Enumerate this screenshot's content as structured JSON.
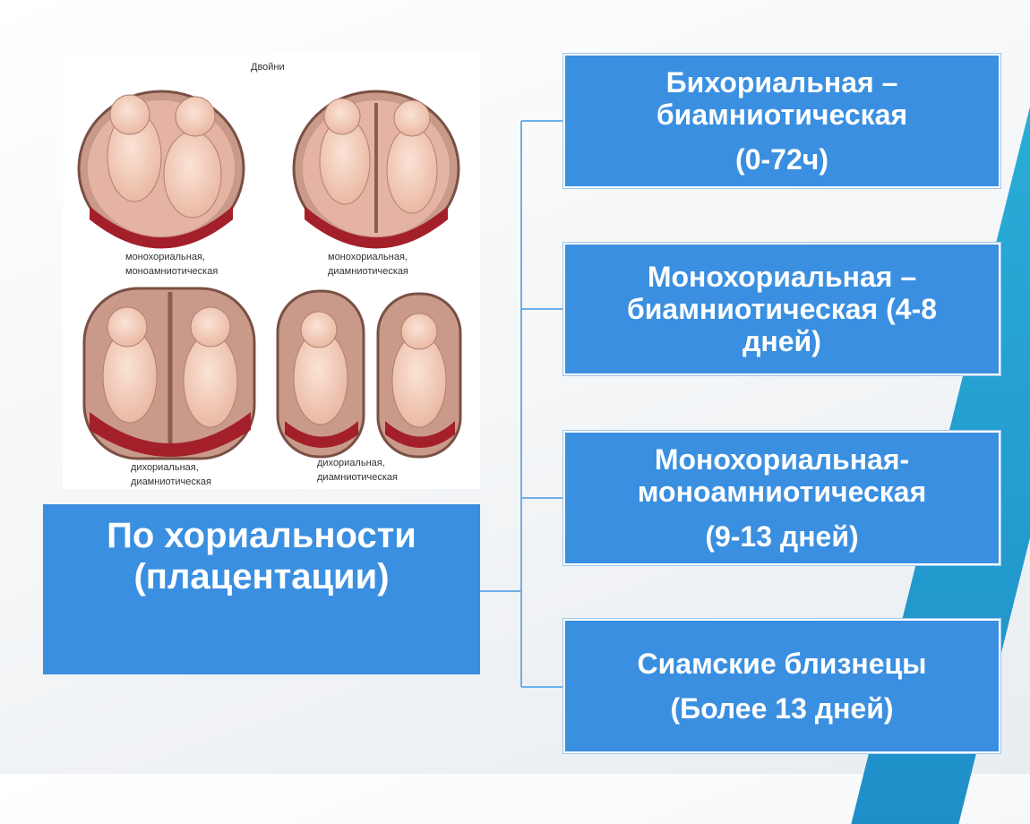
{
  "illustration": {
    "title": "Двойни",
    "captions": [
      [
        "монохориальная,",
        "моноамниотическая"
      ],
      [
        "монохориальная,",
        "диамниотическая"
      ],
      [
        "дихориальная,",
        "диамниотическая"
      ],
      [
        "дихориальная,",
        "диамниотическая"
      ]
    ]
  },
  "main": {
    "line1": "По хориальности",
    "line2": "(плацентации)"
  },
  "items": [
    {
      "line1": "Бихориальная –",
      "line2": "биамниотическая",
      "line3": "(0-72ч)"
    },
    {
      "line1": "Монохориальная –",
      "line2": "биамниотическая (4-8",
      "line3": "дней)"
    },
    {
      "line1": "Монохориальная-",
      "line2": "моноамниотическая",
      "line3": "(9-13 дней)"
    },
    {
      "line1": "Сиамские близнецы",
      "line2": "(Более 13 дней)"
    }
  ],
  "colors": {
    "box": "#3a8fe0",
    "connector": "#6fb0e8"
  }
}
